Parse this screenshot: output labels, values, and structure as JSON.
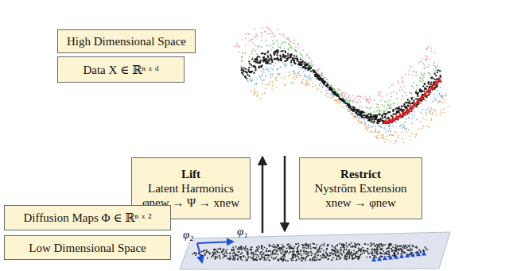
{
  "diagram": {
    "nodes": [
      {
        "text": [
          "High Dimensional Space"
        ]
      },
      {
        "text": [
          "Data X ∈ ℝⁿ ˣ ᵈ"
        ]
      },
      {
        "text": [
          "Lift",
          "Latent Harmonics",
          "φnew → Ψ → xnew"
        ]
      },
      {
        "text": [
          "Restrict",
          "Nyström Extension",
          "xnew → φnew"
        ]
      },
      {
        "text": [
          "Diffusion Maps Φ ∈ ℝⁿ ˣ ²"
        ]
      },
      {
        "text": [
          "Low Dimensional Space"
        ]
      }
    ],
    "labels": [
      "φ₁",
      "φ₂"
    ]
  }
}
